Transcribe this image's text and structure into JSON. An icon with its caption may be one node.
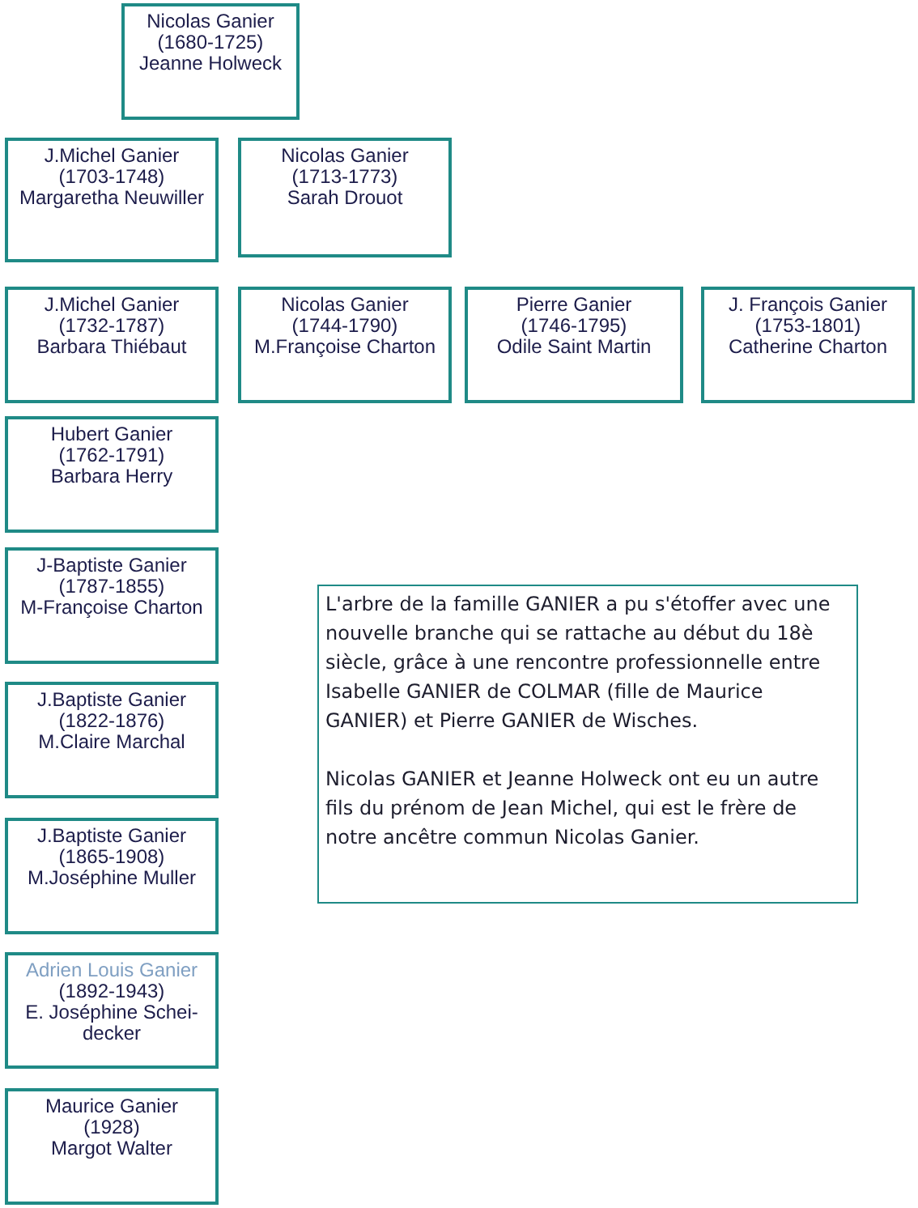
{
  "diagram": {
    "nodes": [
      {
        "text": [
          "Nicolas Ganier",
          "(1680-1725)",
          "Jeanne Holweck"
        ]
      },
      {
        "text": [
          "J.Michel Ganier",
          "(1703-1748)",
          "Margaretha Neuwiller"
        ]
      },
      {
        "text": [
          "Nicolas Ganier",
          "(1713-1773)",
          "Sarah Drouot"
        ]
      },
      {
        "text": [
          "J.Michel Ganier",
          "(1732-1787)",
          "Barbara Thiébaut"
        ]
      },
      {
        "text": [
          "Nicolas Ganier",
          "(1744-1790)",
          "M.Françoise Charton"
        ]
      },
      {
        "text": [
          "Pierre Ganier",
          "(1746-1795)",
          "Odile Saint Martin"
        ]
      },
      {
        "text": [
          "J. François Ganier",
          "(1753-1801)",
          "Catherine Charton"
        ]
      },
      {
        "text": [
          "Hubert Ganier",
          "(1762-1791)",
          "Barbara Herry"
        ]
      },
      {
        "text": [
          "J-Baptiste Ganier",
          "(1787-1855)",
          "M-Françoise Charton"
        ]
      },
      {
        "text": [
          "J.Baptiste Ganier",
          "(1822-1876)",
          "M.Claire Marchal"
        ]
      },
      {
        "text": [
          "J.Baptiste Ganier",
          "(1865-1908)",
          "M.Joséphine Muller"
        ]
      },
      {
        "text": [
          "Adrien Louis Ganier",
          "(1892-1943)",
          "E. Joséphine Schei- decker"
        ]
      },
      {
        "text": [
          "Maurice Ganier",
          "(1928)",
          "Margot Walter"
        ]
      },
      {
        "text": [
          "L'arbre de la famille GANIER a pu s'étoffer avec une nouvelle branche qui se rattache au début du 18è siècle, grâce à une rencontre professionnelle entre Isabelle GANIER de COLMAR (fille de Maurice GANIER) et Pierre GANIER de Wisches.",
          "Nicolas GANIER et Jeanne Holweck ont eu un autre fils du prénom de Jean Michel, qui est le frère de notre ancêtre commun Nicolas Ganier."
        ]
      }
    ],
    "edges": []
  }
}
